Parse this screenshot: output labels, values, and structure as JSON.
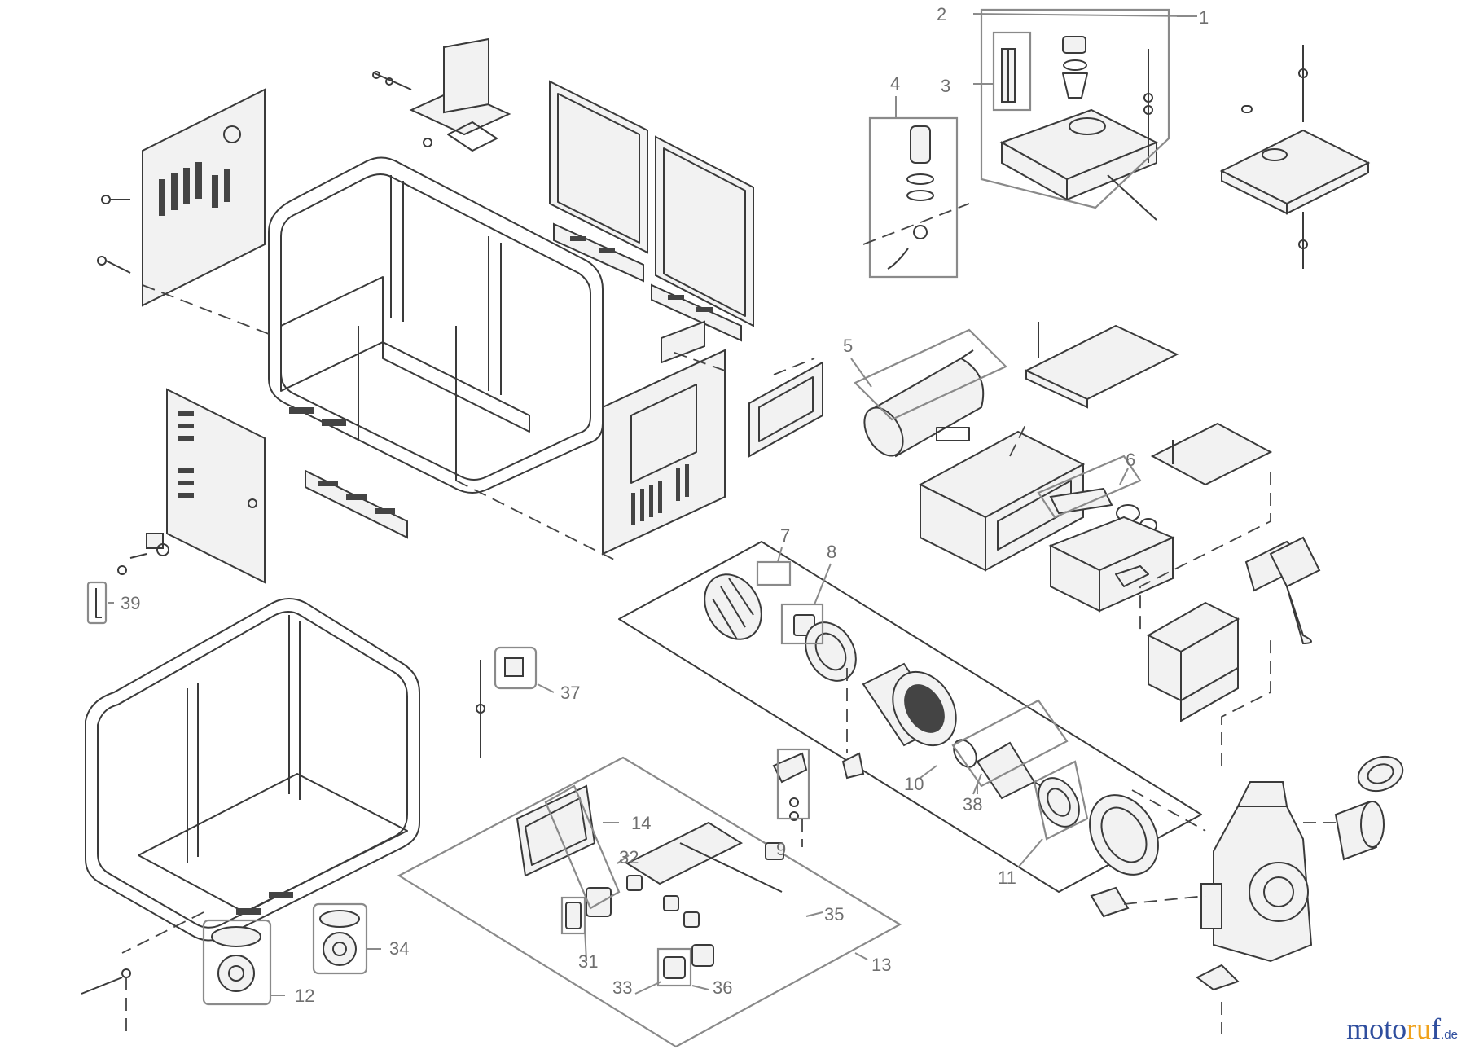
{
  "callouts": [
    "1",
    "2",
    "3",
    "4",
    "5",
    "6",
    "7",
    "8",
    "9",
    "10",
    "11",
    "12",
    "13",
    "14",
    "31",
    "32",
    "33",
    "34",
    "35",
    "36",
    "37",
    "38",
    "39"
  ],
  "logo": {
    "part1": "moto",
    "part2": "ru",
    "part3": "f",
    "tld": ".de"
  }
}
